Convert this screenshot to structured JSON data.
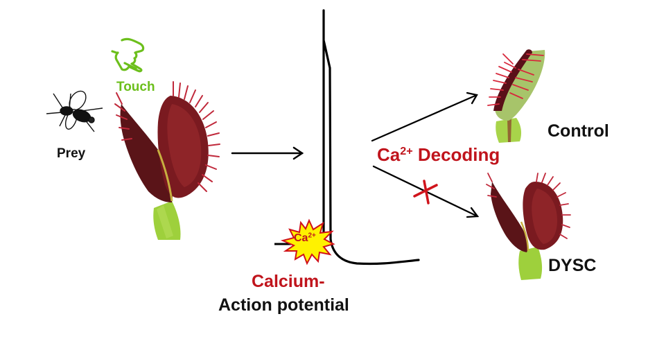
{
  "colors": {
    "touch_green": "#6cbf1c",
    "label_red": "#c0141c",
    "text_black": "#111111",
    "burst_fill": "#fff200",
    "burst_stroke": "#d0101a",
    "trap_red": "#7a1a20",
    "trap_dark": "#4e0f14",
    "trap_teeth": "#d02a40",
    "leaf_green": "#9ed03c",
    "closed_trap_green": "#a7c46a",
    "trace_black": "#000000",
    "block_x_red": "#d0141c"
  },
  "labels": {
    "touch": "Touch",
    "prey": "Prey",
    "decoding_prefix": "Ca",
    "decoding_superscript": "2+",
    "decoding_suffix": " Decoding",
    "control": "Control",
    "dysc": "DYSC",
    "calcium": "Calcium-",
    "action_potential": "Action potential",
    "burst_text": "Ca",
    "burst_superscript": "2+"
  },
  "icons": {
    "touch": "pointing-hand-icon",
    "prey": "fly-icon",
    "stimulus_burst": "starburst-icon",
    "blocked": "cross-x-icon"
  },
  "flow": {
    "input_arrow": "plant-to-signal",
    "outcomes": [
      {
        "target": "Control",
        "state": "closed trap",
        "blocked": false
      },
      {
        "target": "DYSC",
        "state": "open trap",
        "blocked": true
      }
    ]
  }
}
